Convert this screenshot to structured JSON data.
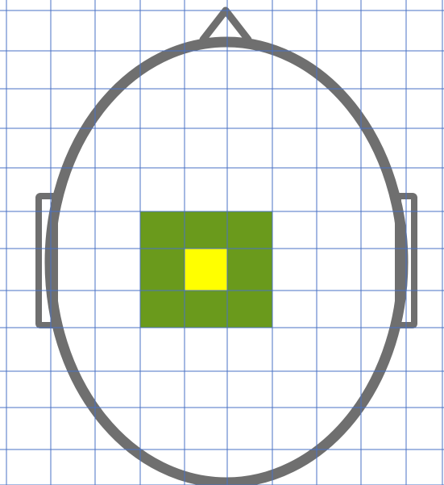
{
  "grid": {
    "columns": 10,
    "rows": 11,
    "line_color": "#4a72c4"
  },
  "head": {
    "outline_color": "#6f6f6f",
    "features": [
      "nose",
      "left-ear",
      "right-ear"
    ]
  },
  "stimulus": {
    "outer_region": {
      "color": "#6a9a1c",
      "cols": 3,
      "rows": 3
    },
    "center_cell": {
      "color": "#ffff00",
      "cols": 1,
      "rows": 1
    }
  }
}
